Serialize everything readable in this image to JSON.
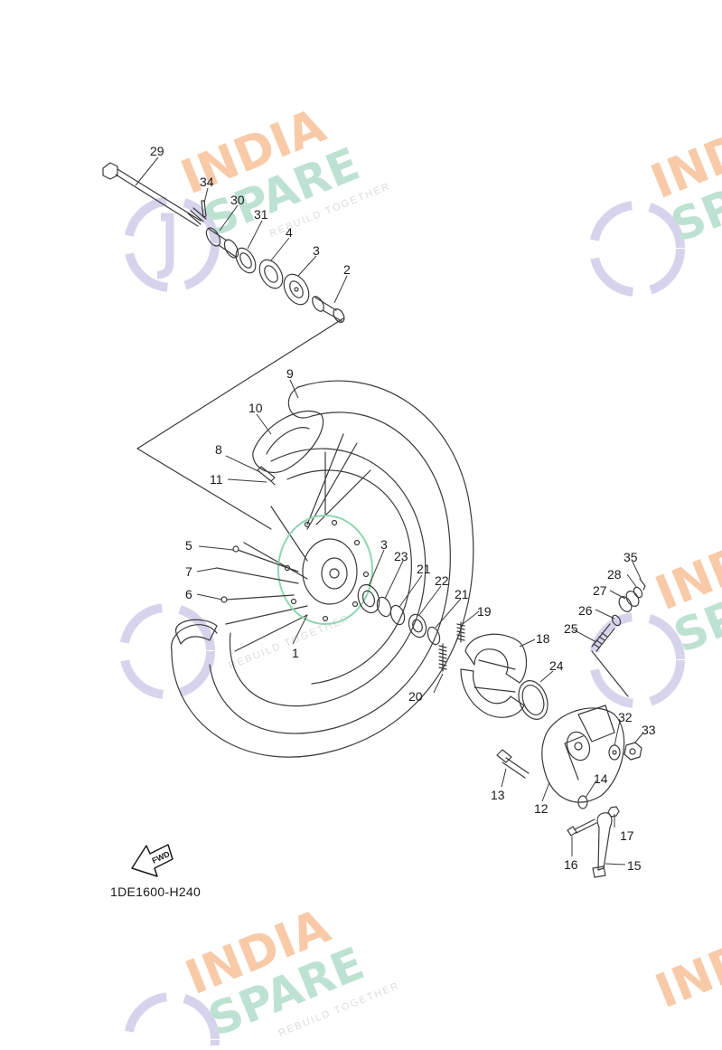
{
  "diagram": {
    "drawing_code": "1DE1600-H240",
    "fwd_label": "FWD",
    "callouts": [
      "1",
      "2",
      "3",
      "3",
      "4",
      "5",
      "6",
      "7",
      "8",
      "9",
      "10",
      "11",
      "12",
      "13",
      "14",
      "15",
      "16",
      "17",
      "18",
      "19",
      "20",
      "21",
      "21",
      "22",
      "23",
      "24",
      "25",
      "26",
      "27",
      "28",
      "29",
      "30",
      "31",
      "32",
      "33",
      "34",
      "35"
    ]
  },
  "watermark": {
    "line1": "INDIA",
    "line2": "SPARE",
    "tagline": "REBUILD TOGETHER",
    "colors": {
      "india": "#f6b98a",
      "spare": "#a9d9c3",
      "icon": "#c9c5e6"
    }
  },
  "colors": {
    "line": "#3a3a3a",
    "highlight": "#8fd6b0",
    "text": "#1a1a1a"
  }
}
